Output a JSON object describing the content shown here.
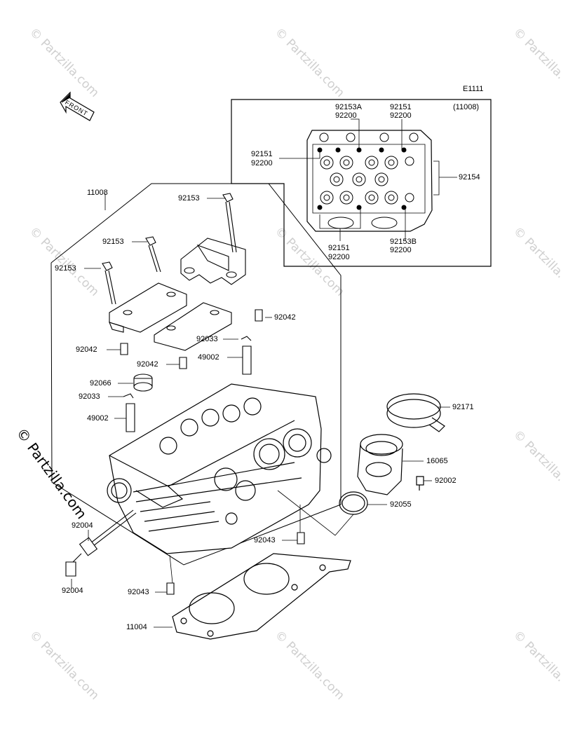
{
  "diagram_code": "E1111",
  "assembly_ref": "(11008)",
  "front_label": "FRONT",
  "side_watermark": "© Partzilla.com",
  "watermark_text": "© Partzilla.com",
  "parts": {
    "p11008": "11008",
    "p92153_a": "92153",
    "p92153_b": "92153",
    "p92153_c": "92153",
    "p92042_a": "92042",
    "p92042_b": "92042",
    "p92042_c": "92042",
    "p92033_a": "92033",
    "p92033_b": "92033",
    "p49002_a": "49002",
    "p49002_b": "49002",
    "p92066": "92066",
    "p92004_a": "92004",
    "p92004_b": "92004",
    "p92043_a": "92043",
    "p92043_b": "92043",
    "p11004": "11004",
    "p92171": "92171",
    "p16065": "16065",
    "p92002": "92002",
    "p92055": "92055"
  },
  "inset": {
    "l1_top": "92153A",
    "l1_bot": "92200",
    "l2_top": "92151",
    "l2_bot": "92200",
    "l3_top": "92151",
    "l3_bot": "92200",
    "l4": "92154",
    "l5_top": "92151",
    "l5_bot": "92200",
    "l6_top": "92153B",
    "l6_bot": "92200"
  }
}
